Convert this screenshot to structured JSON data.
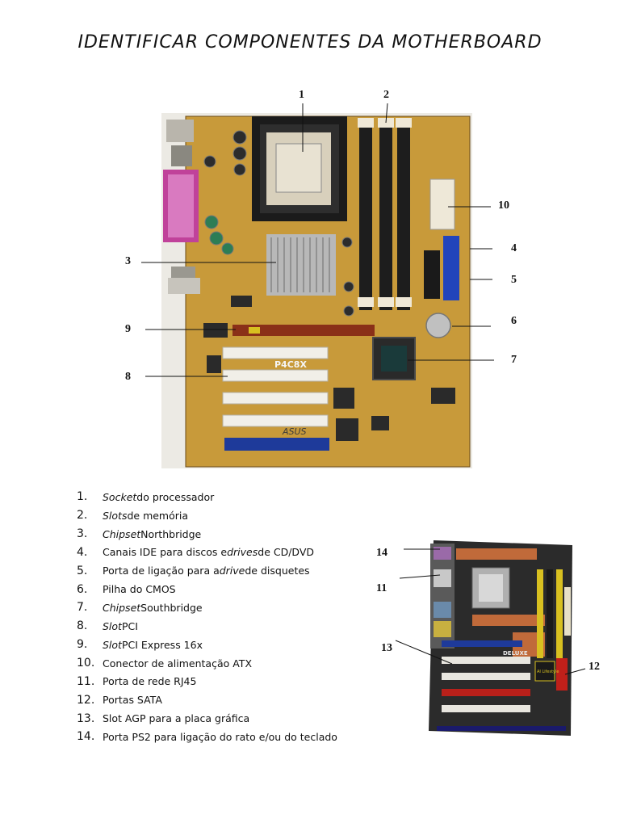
{
  "document": {
    "title": "IDENTIFICAR COMPONENTES DA MOTHERBOARD"
  },
  "figure_main": {
    "callouts": [
      "1",
      "2",
      "3",
      "4",
      "5",
      "6",
      "7",
      "8",
      "9",
      "10"
    ],
    "board_texts": [
      "P4C8X",
      "ASUS"
    ]
  },
  "figure_secondary": {
    "callouts": [
      "14",
      "11",
      "13",
      "12"
    ],
    "board_texts": [
      "DELUXE",
      "AI Lifestyle"
    ]
  },
  "legend": [
    {
      "num": "1.",
      "em": "Socket",
      "text": " do processador"
    },
    {
      "num": "2.",
      "em": "Slots",
      "text": " de memória"
    },
    {
      "num": "3.",
      "em": "Chipset",
      "text": " Northbridge"
    },
    {
      "num": "4.",
      "pre": "Canais IDE para discos e ",
      "em": "drives",
      "text": " de CD/DVD"
    },
    {
      "num": "5.",
      "pre": "Porta de ligação para a ",
      "em": "drive",
      "text": " de disquetes"
    },
    {
      "num": "6.",
      "pre": "Pilha do CMOS"
    },
    {
      "num": "7.",
      "em": "Chipset",
      "text": " Southbridge"
    },
    {
      "num": "8.",
      "em": "Slot",
      "text": " PCI"
    },
    {
      "num": "9.",
      "em": "Slot",
      "text": " PCI Express 16x"
    },
    {
      "num": "10.",
      "pre": "Conector de alimentação ATX"
    },
    {
      "num": "11.",
      "pre": "Porta de rede RJ45"
    },
    {
      "num": "12.",
      "pre": "Portas SATA"
    },
    {
      "num": "13.",
      "pre": "Slot AGP para a placa gráfica"
    },
    {
      "num": "14.",
      "pre": "Porta PS2 para ligação do rato e/ou do teclado"
    }
  ],
  "colors": {
    "board_bg": "#c89a3a",
    "board_dark": "#2a2218",
    "pcie_slot": "#8a3018",
    "agp_slot": "#1e3a9a",
    "ide_blue": "#2244bb",
    "heatsink": "#b8b8b8",
    "secondary_board": "#2b2b2b",
    "copper": "#c06a3a"
  }
}
